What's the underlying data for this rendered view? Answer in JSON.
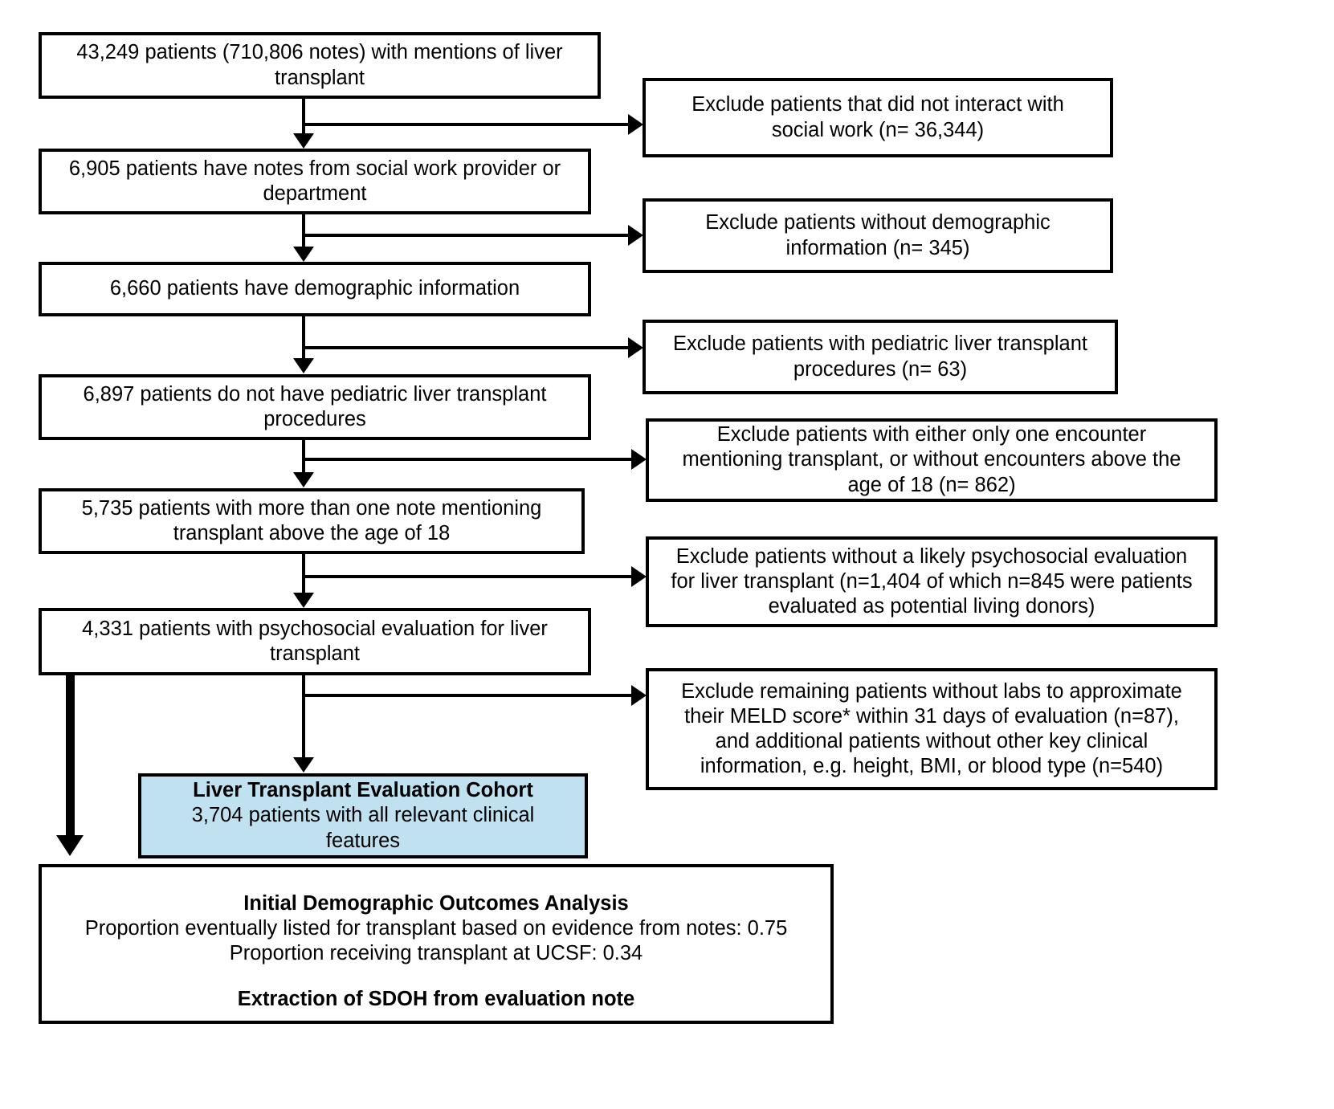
{
  "diagram": {
    "type": "flowchart",
    "title": "Liver transplant evaluation cohort selection flow diagram",
    "colors": {
      "cohort_fill": "#bfe1f0",
      "box_border": "#000000",
      "background": "#ffffff",
      "text": "#000000"
    },
    "inclusion_steps": [
      {
        "id": "step-1",
        "line1": "43,249 patients (710,806 notes) with mentions of liver",
        "line2": "transplant"
      },
      {
        "id": "step-2",
        "line1": "6,905 patients have notes from social work provider or",
        "line2": "department"
      },
      {
        "id": "step-3",
        "line1": "6,660 patients have demographic information",
        "line2": ""
      },
      {
        "id": "step-4",
        "line1": "6,897 patients do not have pediatric liver transplant",
        "line2": "procedures"
      },
      {
        "id": "step-5",
        "line1": "5,735 patients with more than one note mentioning",
        "line2": "transplant above the age of 18"
      },
      {
        "id": "step-6",
        "line1": "4,331 patients with psychosocial evaluation for liver",
        "line2": "transplant"
      }
    ],
    "exclusion_steps": [
      {
        "id": "exclusion-1",
        "line1": "Exclude patients that did not interact with",
        "line2": "social work (n= 36,344)",
        "line3": "",
        "line4": ""
      },
      {
        "id": "exclusion-2",
        "line1": "Exclude patients without demographic",
        "line2": "information (n= 345)",
        "line3": "",
        "line4": ""
      },
      {
        "id": "exclusion-3",
        "line1": "Exclude patients with pediatric liver transplant",
        "line2": "procedures (n= 63)",
        "line3": "",
        "line4": ""
      },
      {
        "id": "exclusion-4",
        "line1": "Exclude patients with either only one encounter",
        "line2": "mentioning transplant, or without encounters above the",
        "line3": "age of 18 (n= 862)",
        "line4": ""
      },
      {
        "id": "exclusion-5",
        "line1": "Exclude patients without a likely psychosocial evaluation",
        "line2": "for liver transplant (n=1,404 of which n=845 were patients",
        "line3": "evaluated as potential living donors)",
        "line4": ""
      },
      {
        "id": "exclusion-6",
        "line1": "Exclude remaining patients without labs to approximate",
        "line2": "their MELD score* within 31 days of evaluation (n=87),",
        "line3": "and additional patients without other key clinical",
        "line4": "information, e.g. height, BMI, or blood type (n=540)"
      }
    ],
    "cohort_box": {
      "id": "cohort",
      "title": "Liver Transplant Evaluation Cohort",
      "line1": "3,704 patients with all relevant clinical",
      "line2": "features"
    },
    "summary_box": {
      "id": "outcomes",
      "heading": "Initial Demographic Outcomes Analysis",
      "line1": "Proportion eventually listed for transplant based on evidence from notes: 0.75",
      "line2": "Proportion receiving transplant at UCSF: 0.34",
      "footer": "Extraction of SDOH from evaluation note"
    }
  }
}
